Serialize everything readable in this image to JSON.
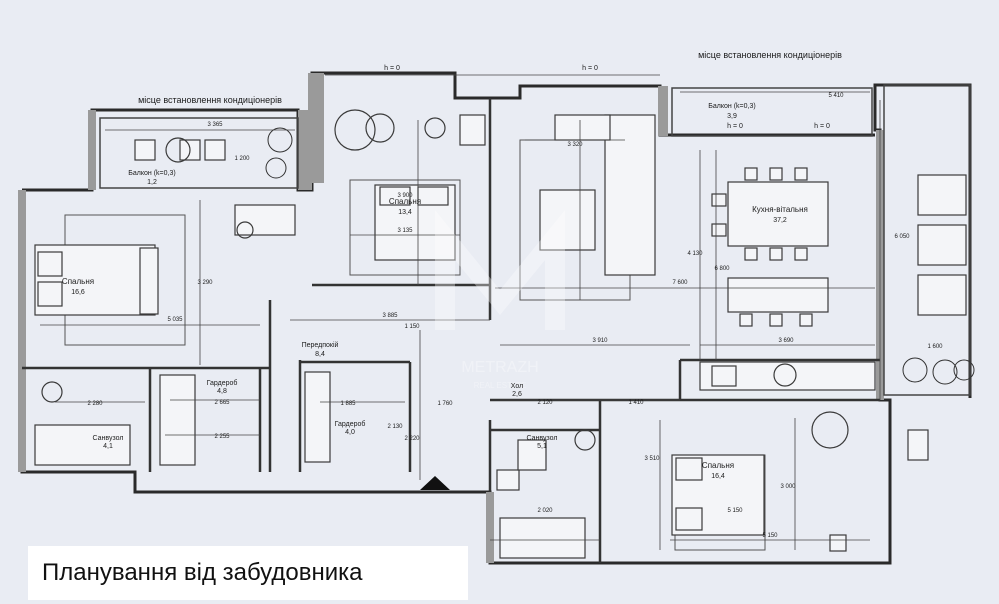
{
  "labels": {
    "ac_left": "місце встановлення кондиціонерів",
    "ac_right": "місце встановлення кондиціонерів",
    "h0_a": "h = 0",
    "h0_b": "h = 0",
    "h0_c": "h = 0",
    "h0_d": "h = 0"
  },
  "rooms": [
    {
      "name": "Балкон (k=0,3)",
      "area": "1,2"
    },
    {
      "name": "Спальня",
      "area": "16,6"
    },
    {
      "name": "Спальня",
      "area": "13,4"
    },
    {
      "name": "Кухня-вітальня",
      "area": "37,2"
    },
    {
      "name": "Балкон (k=0,3)",
      "area": "3,9"
    },
    {
      "name": "Передпокій",
      "area": "8,4"
    },
    {
      "name": "Гардероб",
      "area": "4,8"
    },
    {
      "name": "Гардероб",
      "area": "4,0"
    },
    {
      "name": "Санвузол",
      "area": "4,1"
    },
    {
      "name": "Хол",
      "area": "2,6"
    },
    {
      "name": "Санвузол",
      "area": "5,1"
    },
    {
      "name": "Спальня",
      "area": "16,4"
    }
  ],
  "dimensions": [
    "3 365",
    "1 200",
    "3 135",
    "3 900",
    "3 320",
    "5 410",
    "5 035",
    "3 290",
    "3 885",
    "1 150",
    "3 910",
    "3 690",
    "7 600",
    "6 800",
    "6 050",
    "1 600",
    "2 280",
    "2 665",
    "2 255",
    "1 885",
    "1 760",
    "2 120",
    "1 410",
    "2 020",
    "5 150",
    "3 510",
    "3 000",
    "5 150",
    "4 130",
    "2 220",
    "2 130"
  ],
  "watermark": {
    "brand": "METRAZH",
    "sub": "REAL ESTATE"
  },
  "caption": "Планування від забудовника"
}
